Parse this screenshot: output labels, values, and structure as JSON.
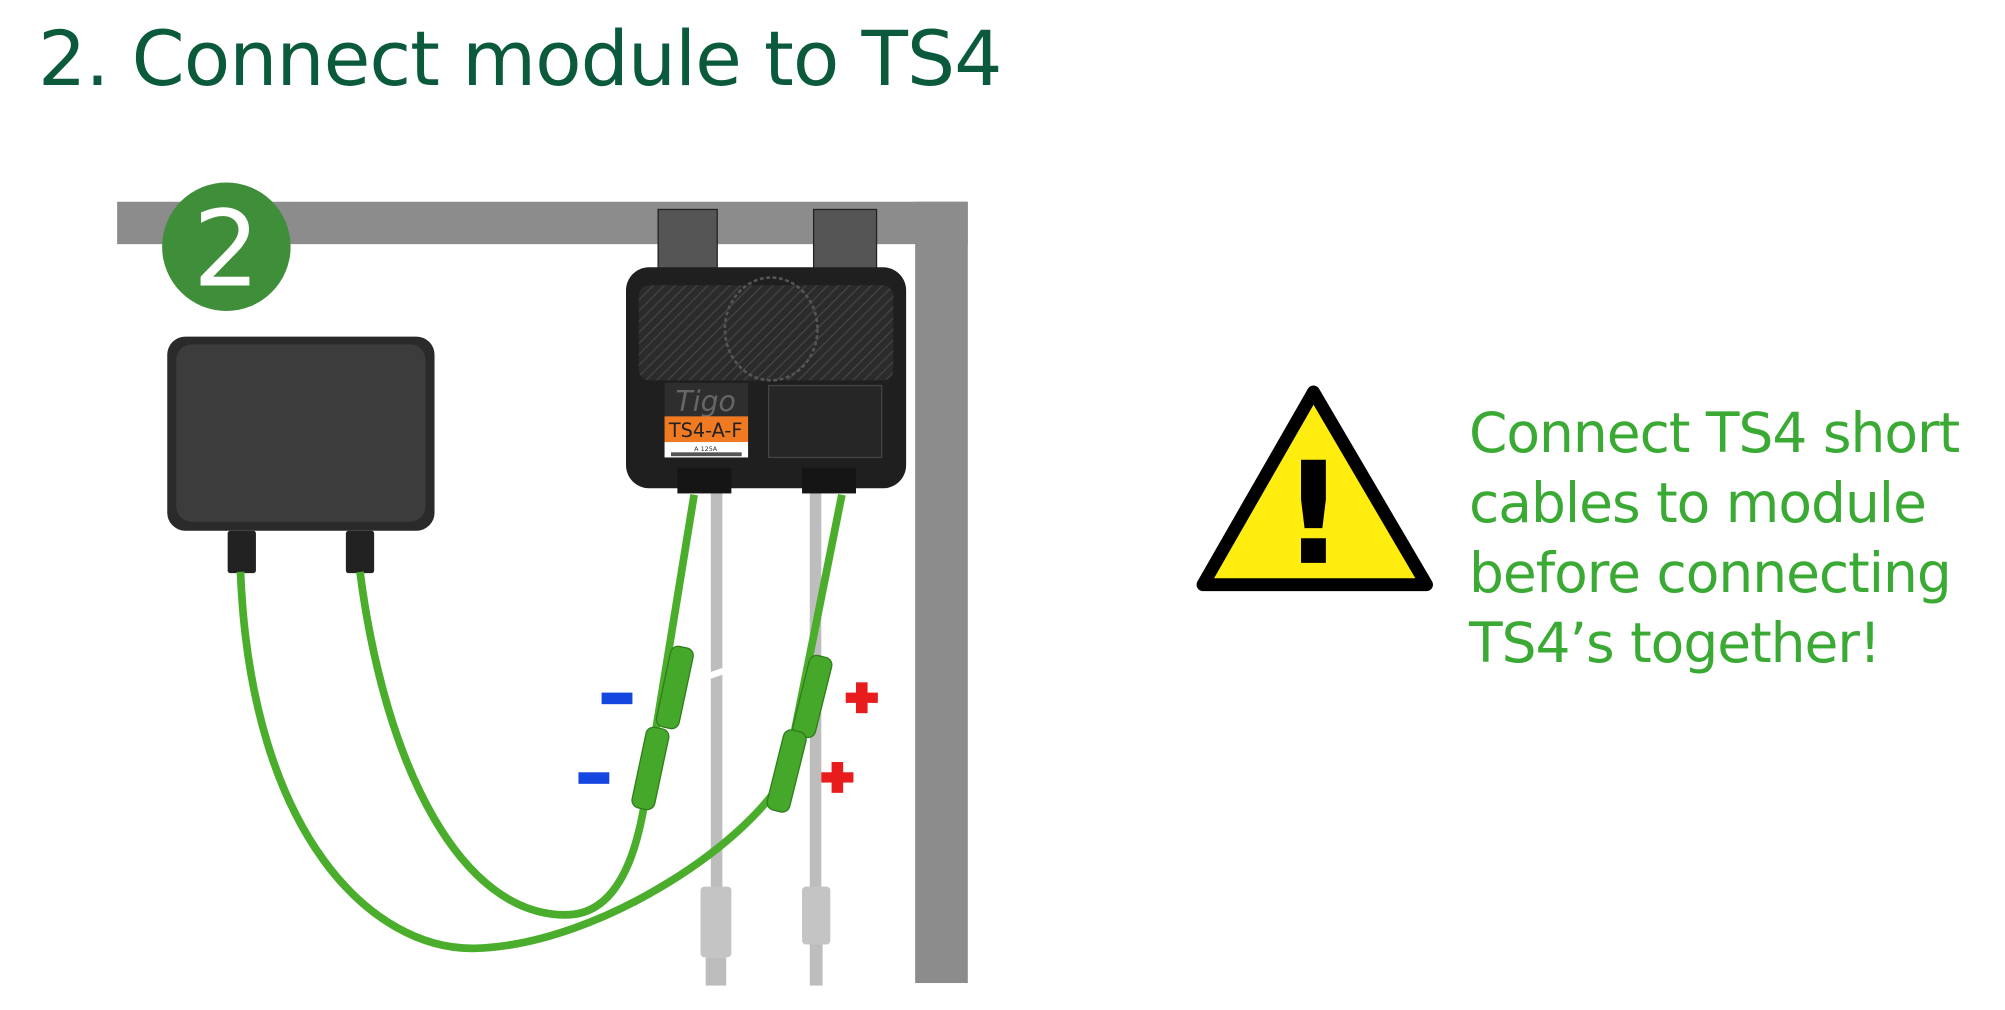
{
  "title": "2. Connect module to TS4",
  "step_number": "2",
  "ts4_device": {
    "brand": "Tigo",
    "model_label": "TS4-A-F",
    "rating": "A 125A"
  },
  "polarity": {
    "minus": "−",
    "plus": "+"
  },
  "warning": {
    "symbol": "!",
    "lines": [
      "Connect TS4 short",
      "cables to module",
      "before connecting",
      "TS4’s together!"
    ]
  },
  "colors": {
    "title": "#0b5a3c",
    "step_badge": "#3f8e3a",
    "cable_green": "#4aad2c",
    "frame_gray": "#8c8c8c",
    "minus_blue": "#1646e0",
    "plus_red": "#e81c1c",
    "warning_yellow": "#ffed10",
    "warning_text": "#3aaa35",
    "ts4_label_orange": "#f07a22"
  }
}
